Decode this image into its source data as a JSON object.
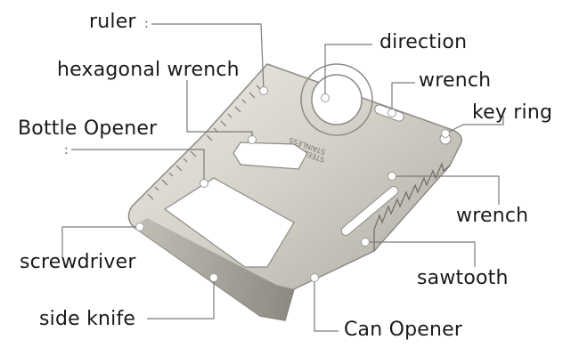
{
  "labels": {
    "ruler": "ruler",
    "ruler_mark": ":",
    "hexagonal_wrench": "hexagonal wrench",
    "bottle_opener": "Bottle Opener",
    "bottle_opener_mark": ":",
    "screwdriver": "screwdriver",
    "side_knife": "side knife",
    "direction": "direction",
    "wrench_top": "wrench",
    "key_ring": "key ring",
    "wrench_right": "wrench",
    "sawtooth": "sawtooth",
    "can_opener": "Can Opener"
  },
  "card_engraving": {
    "line1": "STAINLESS",
    "line2": "STEEL"
  },
  "colors": {
    "steel_light": "#e4e2dc",
    "steel_mid": "#c9c6be",
    "steel_dark": "#8e8b84",
    "leader_line": "#7a7a7a",
    "marker": "#ffffff",
    "text": "#1a1a1a"
  }
}
